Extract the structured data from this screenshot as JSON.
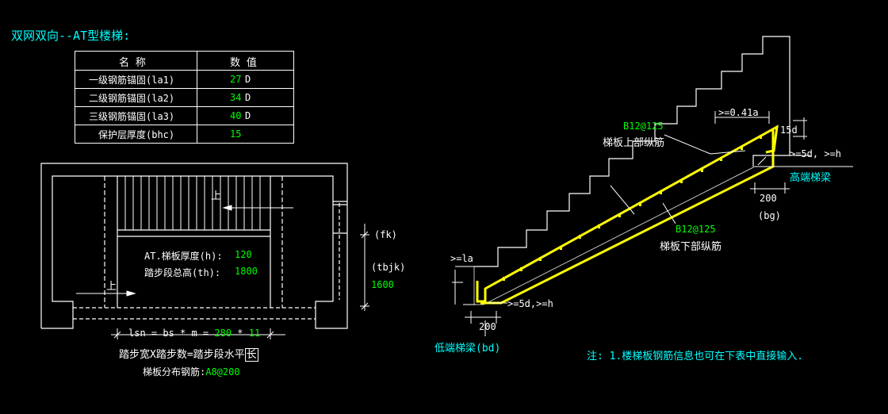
{
  "title": "双网双向--AT型楼梯:",
  "table": {
    "header": {
      "name": "名 称",
      "value": "数 值"
    },
    "rows": [
      {
        "label": "一级钢筋锚固(la1)",
        "value": "27",
        "unit": "D"
      },
      {
        "label": "二级钢筋锚固(la2)",
        "value": "34",
        "unit": "D"
      },
      {
        "label": "三级钢筋锚固(la3)",
        "value": "40",
        "unit": "D"
      },
      {
        "label": "保护层厚度(bhc)",
        "value": "15",
        "unit": ""
      }
    ]
  },
  "plan": {
    "up_label_top": "上",
    "up_label_bottom": "上",
    "thickness_label": "AT.梯板厚度(h):",
    "thickness_value": "120",
    "height_label": "踏步段总高(th):",
    "height_value": "1800",
    "fk_label": "(fk)",
    "tbjk_label": "(tbjk)",
    "tbjk_value": "1600",
    "lsn_formula": "lsn = bs * m = ",
    "lsn_bs": "280",
    "lsn_sep": " * ",
    "lsn_m": "11",
    "formula_note": "踏步宽X踏步数=踏步段水平",
    "formula_note_boxed": "长",
    "distribution_label": "梯板分布钢筋:",
    "distribution_value": "A8@200"
  },
  "section": {
    "top_rebar_value": "B12@125",
    "top_rebar_label": "梯板上部纵筋",
    "bottom_rebar_value": "B12@125",
    "bottom_rebar_label": "梯板下部纵筋",
    "dim_041la": ">=0.41a",
    "dim_15d": "15d",
    "dim_5d_h_right": ">=5d, >=h",
    "high_beam_label": "高端梯梁",
    "dim_200_right": "200",
    "bg_label": "(bg)",
    "dim_la": ">=la",
    "dim_5d_h_left": ">=5d,>=h",
    "dim_200_left": "200",
    "low_beam_label": "低端梯梁(bd)"
  },
  "note": "注: 1.楼梯板钢筋信息也可在下表中直接输入.",
  "colors": {
    "background": "#000000",
    "lines": "#ffffff",
    "labels": "#00ffff",
    "values": "#00ff00",
    "rebar": "#ffff00",
    "thin": "#c0c0c0"
  }
}
